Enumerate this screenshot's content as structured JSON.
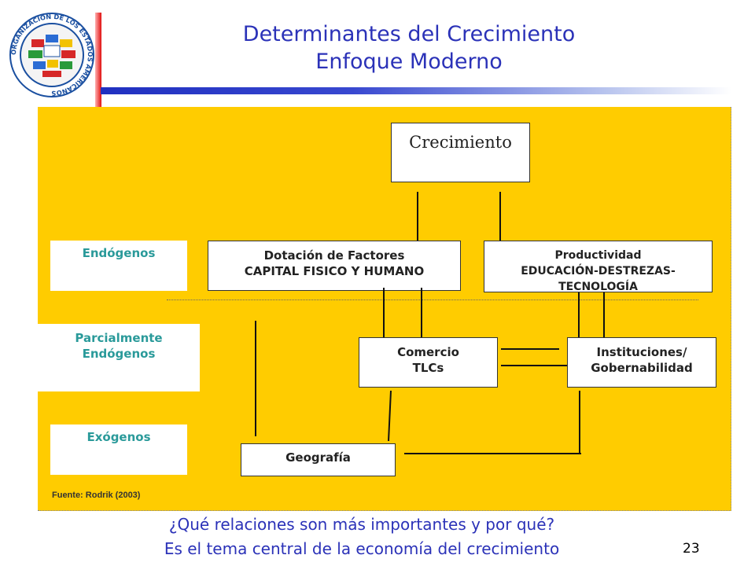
{
  "slide": {
    "title_line1": "Determinantes del Crecimiento",
    "title_line2": "Enfoque Moderno",
    "question_line1": "¿Qué relaciones son más importantes y por qué?",
    "question_line2": "Es el tema central de la economía del crecimiento",
    "page_number": "23"
  },
  "logo": {
    "text": "ORGANIZACION DE LOS ESTADOS AMERICANOS",
    "colors": {
      "ring": "#1a4fa0",
      "flags": [
        "#d62828",
        "#2b6cd4",
        "#f2c200",
        "#2a9a3a"
      ]
    }
  },
  "diagram": {
    "levels": {
      "endogenous": "Endógenos",
      "partial_line1": "Parcialmente",
      "partial_line2": "Endógenos",
      "exogenous": "Exógenos"
    },
    "nodes": {
      "growth": "Crecimiento",
      "factors_line1": "Dotación de Factores",
      "factors_line2": "CAPITAL FISICO Y HUMANO",
      "productivity_line1": "Productividad",
      "productivity_line2": "EDUCACIÓN-DESTREZAS-",
      "productivity_line3": "TECNOLOGÍA",
      "trade_line1": "Comercio",
      "trade_line2": "TLCs",
      "institutions_line1": "Instituciones/",
      "institutions_line2": "Gobernabilidad",
      "geography": "Geografía"
    },
    "source": "Fuente: Rodrik (2003)",
    "colors": {
      "panel": "#ffcc00",
      "level_text": "#2a9a9a",
      "title": "#2b32b8"
    }
  }
}
